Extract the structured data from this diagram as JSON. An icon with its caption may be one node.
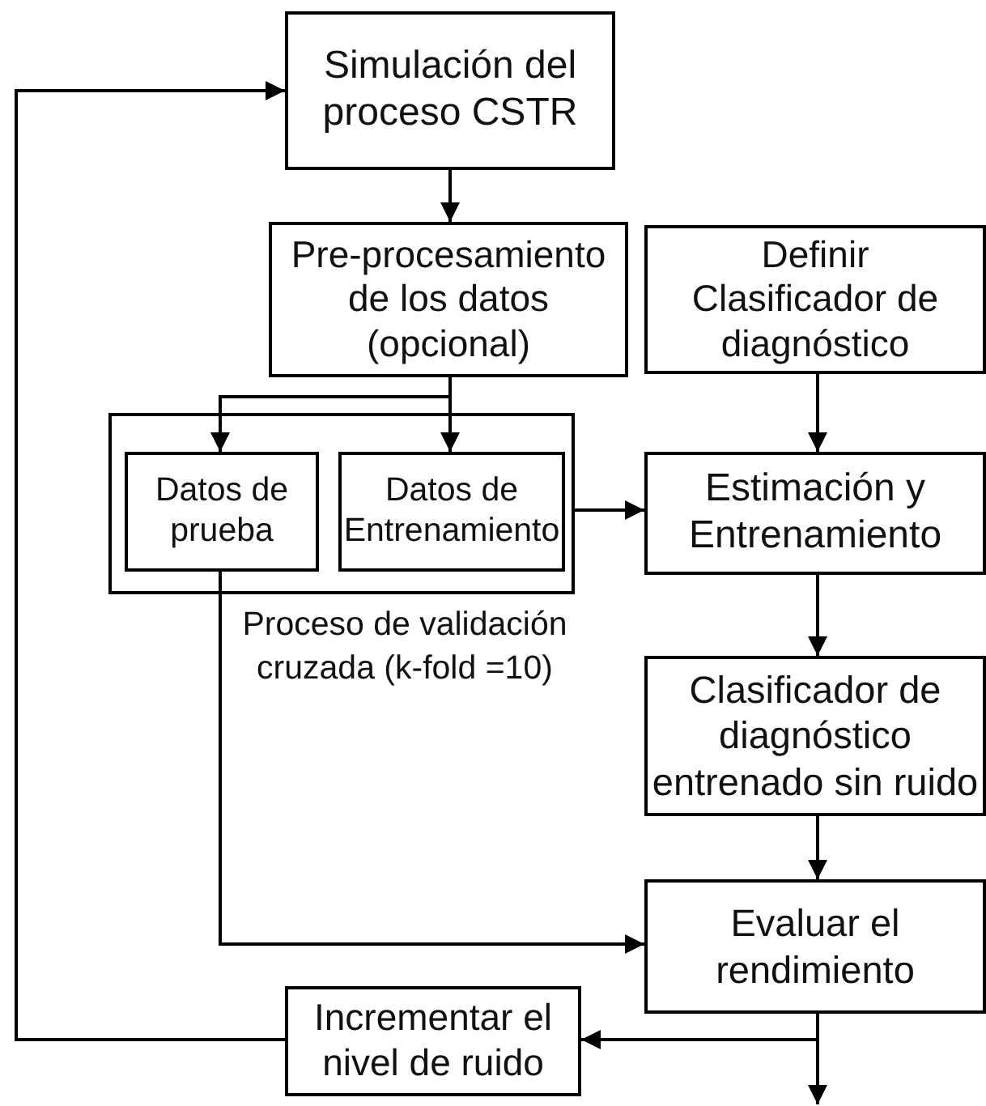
{
  "diagram": {
    "nodes": [
      {
        "text": [
          "Simulación del proceso CSTR"
        ]
      },
      {
        "text": [
          "Pre-procesamiento de los datos (opcional)"
        ]
      },
      {
        "text": [
          "Definir Clasificador de diagnóstico"
        ]
      },
      {
        "text": [],
        "shape": "box",
        "beside": [
          "Proceso de validación cruzada (k-fold =10)"
        ]
      },
      {
        "text": [
          "Datos de prueba"
        ],
        "in": 3
      },
      {
        "text": [
          "Datos de Entrenamiento"
        ],
        "in": 3
      },
      {
        "text": [
          "Estimación y Entrenamiento"
        ]
      },
      {
        "text": [
          "Clasificador de diagnóstico entrenado sin ruido"
        ]
      },
      {
        "text": [
          "Evaluar el rendimiento"
        ]
      },
      {
        "text": [
          "Incrementar el nivel de ruido"
        ]
      }
    ],
    "edges": [
      {
        "from": 0,
        "to": 1,
        "arrow": "to"
      },
      {
        "from": 1,
        "to": 4,
        "arrow": "to"
      },
      {
        "from": 1,
        "to": 5,
        "arrow": "to"
      },
      {
        "from": 2,
        "to": 6,
        "arrow": "to"
      },
      {
        "from": 3,
        "to": 6,
        "arrow": "to"
      },
      {
        "from": 6,
        "to": 7,
        "arrow": "to"
      },
      {
        "from": 7,
        "to": 8,
        "arrow": "to"
      },
      {
        "from": 4,
        "to": 8,
        "arrow": "to"
      },
      {
        "from": 8,
        "to": 9,
        "arrow": "to"
      },
      {
        "from": 8,
        "to": null,
        "arrow": "to"
      },
      {
        "from": 9,
        "to": 0,
        "arrow": "to"
      }
    ]
  }
}
